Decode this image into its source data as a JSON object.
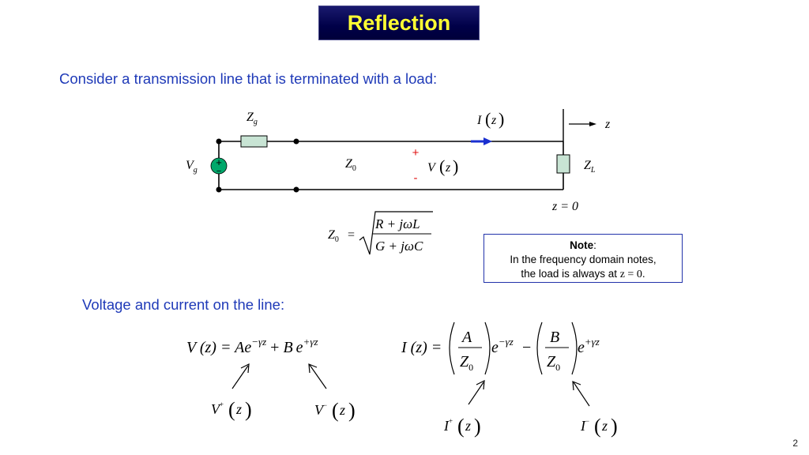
{
  "slide": {
    "title": "Reflection",
    "intro": "Consider a transmission line that is terminated with a load:",
    "voltage_heading": "Voltage and current on the line:",
    "page_number": "2"
  },
  "circuit": {
    "zg_sym": "Z",
    "zg_sub": "g",
    "vg_sym": "V",
    "vg_sub": "g",
    "source_plus": "+",
    "source_minus": "−",
    "z0_sym": "Z",
    "z0_sub": "0",
    "iz_label": "I",
    "iz_arg": "z",
    "v_plus": "+",
    "v_minus": "-",
    "vz_label": "V",
    "vz_arg": "z",
    "zl_sym": "Z",
    "zl_sub": "L",
    "z_axis": "z",
    "z_zero": "z = 0"
  },
  "z0_formula": {
    "lhs": "Z",
    "lhs_sub": "0",
    "eq": "=",
    "numerator": "R + jωL",
    "denominator": "G + jωC"
  },
  "note": {
    "heading": "Note",
    "colon": ":",
    "line1": "In the frequency domain notes,",
    "line2_prefix": "the load is always at ",
    "line2_math": "z = 0",
    "line2_suffix": "."
  },
  "voltage_eq": {
    "lhs": "V (z) = ",
    "A": "A",
    "e1": "e",
    "exp1": "−γz",
    "plus": " + ",
    "B": "B",
    "e2": "e",
    "exp2": "+γz"
  },
  "current_eq": {
    "lhs": "I (z) =",
    "A": "A",
    "Z0a": "Z",
    "Z0a_sub": "0",
    "e1": "e",
    "exp1": "−γz",
    "minus": "−",
    "B": "B",
    "Z0b": "Z",
    "Z0b_sub": "0",
    "e2": "e",
    "exp2": "+γz"
  },
  "annotations": {
    "v_plus_label": "V",
    "v_plus_sup": "+",
    "v_plus_arg": "z",
    "v_minus_label": "V",
    "v_minus_sup": "−",
    "v_minus_arg": "z",
    "i_plus_label": "I",
    "i_plus_sup": "+",
    "i_plus_arg": "z",
    "i_minus_label": "I",
    "i_minus_sup": "−",
    "i_minus_arg": "z"
  },
  "colors": {
    "title_bg": "#000048",
    "title_text": "#ffff33",
    "heading_blue": "#1f3ab8",
    "source_green": "#00a86b",
    "plus_red": "#e01010",
    "current_arrow": "#1a2fd0",
    "resistor_fill": "#c8e4d4",
    "note_border": "#2233aa"
  }
}
